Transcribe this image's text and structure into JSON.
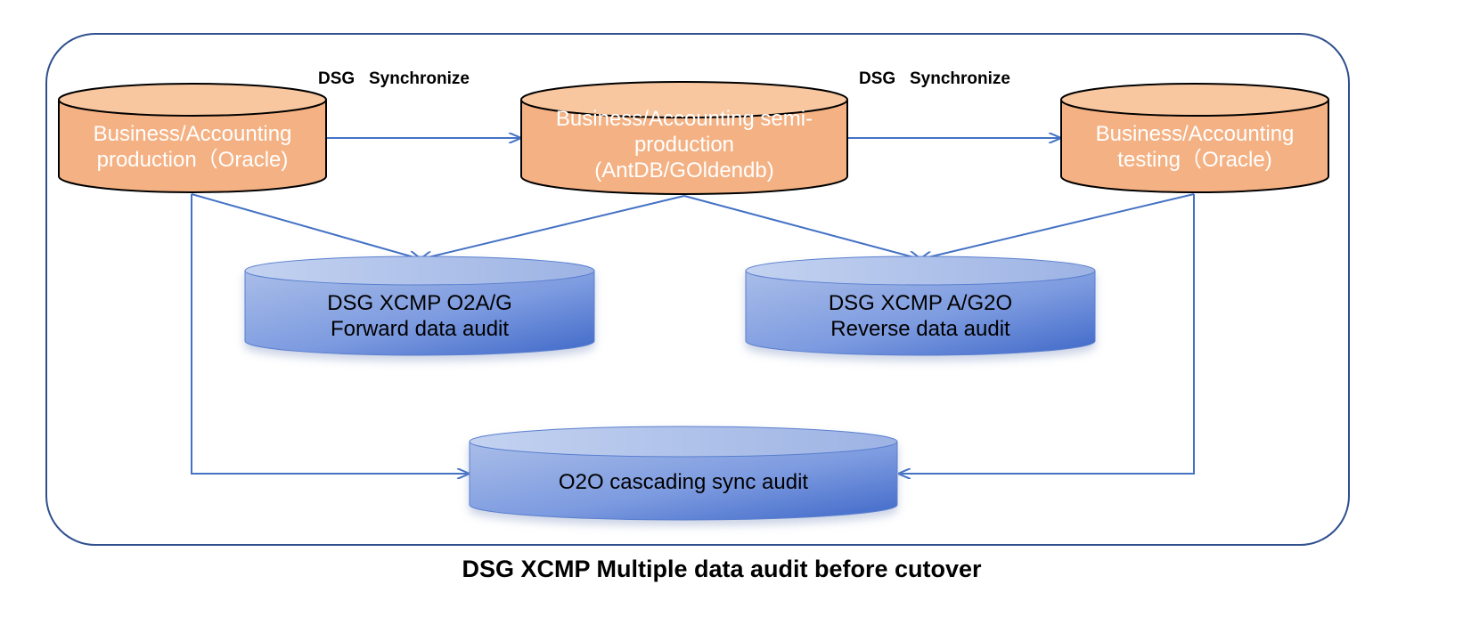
{
  "diagram": {
    "sync_labels": [
      "DSG   Synchronize",
      "DSG   Synchronize"
    ],
    "source_db": {
      "lines": [
        "Business/Accounting",
        "production（Oracle)"
      ]
    },
    "semi_db": {
      "lines": [
        "Business/Accounting semi-",
        "production",
        "(AntDB/GOldendb)"
      ]
    },
    "test_db": {
      "lines": [
        "Business/Accounting",
        "testing（Oracle)"
      ]
    },
    "forward_audit": {
      "lines": [
        "DSG XCMP O2A/G",
        "Forward data audit"
      ]
    },
    "reverse_audit": {
      "lines": [
        "DSG XCMP A/G2O",
        "Reverse data audit"
      ]
    },
    "cascade_audit": {
      "lines": [
        "O2O cascading sync audit"
      ]
    },
    "caption": "DSG XCMP Multiple data audit before cutover",
    "colors": {
      "orange_fill": "#f4b183",
      "orange_top": "#f8c7a0",
      "blue_fill": "#6b8fd6",
      "blue_top": "#b3c6ea",
      "arrow": "#4472c4",
      "frame": "#2f4f8f"
    }
  }
}
